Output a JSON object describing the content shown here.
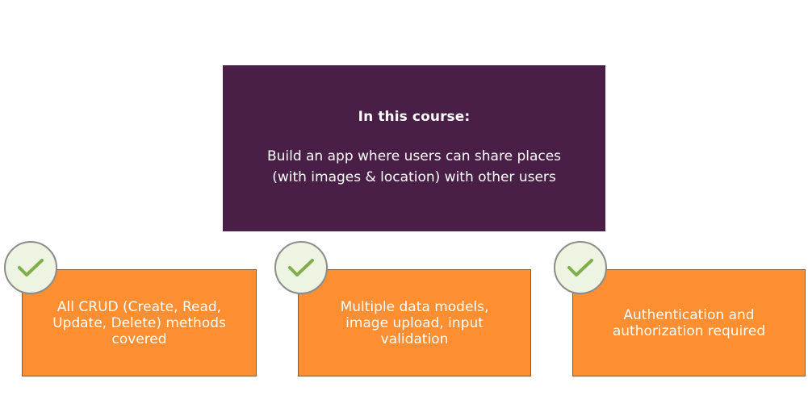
{
  "main": {
    "heading": "In this course:",
    "lines": [
      "Build an app where users can share places",
      "(with images & location) with other users"
    ]
  },
  "features": [
    {
      "lines": [
        "All CRUD (Create, Read,",
        "Update, Delete) methods",
        "covered"
      ]
    },
    {
      "lines": [
        "Multiple data models,",
        "image upload, input",
        "validation"
      ]
    },
    {
      "lines": [
        "Authentication and",
        "authorization required"
      ]
    }
  ],
  "colors": {
    "main_box": "#4a1f47",
    "feature_box": "#fe8e32",
    "check_badge_bg": "#eef4e2",
    "check_mark": "#7fae4a"
  },
  "icons": {
    "check": "check-icon"
  }
}
